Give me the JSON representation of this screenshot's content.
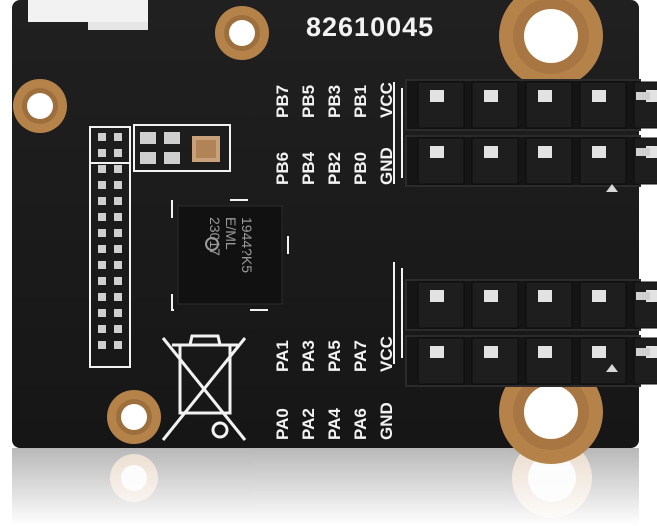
{
  "board": {
    "part_number": "82610045",
    "colors": {
      "pcb": "#1c1c1c",
      "silkscreen": "#f2f2f2",
      "gold": "#b5834a",
      "pin": "#d8d8d8"
    }
  },
  "chip": {
    "lines": [
      "23017",
      "E/ML",
      "1944?K5"
    ],
    "logo": "microchip-logo"
  },
  "header_b": {
    "top_row": [
      "PB7",
      "PB5",
      "PB3",
      "PB1",
      "VCC"
    ],
    "bottom_row": [
      "PB6",
      "PB4",
      "PB2",
      "PB0",
      "GND"
    ]
  },
  "header_a": {
    "top_row": [
      "PA1",
      "PA3",
      "PA5",
      "PA7",
      "VCC"
    ],
    "bottom_row": [
      "PA0",
      "PA2",
      "PA4",
      "PA6",
      "GND"
    ]
  },
  "icons": {
    "weee": "weee-bin-icon"
  }
}
